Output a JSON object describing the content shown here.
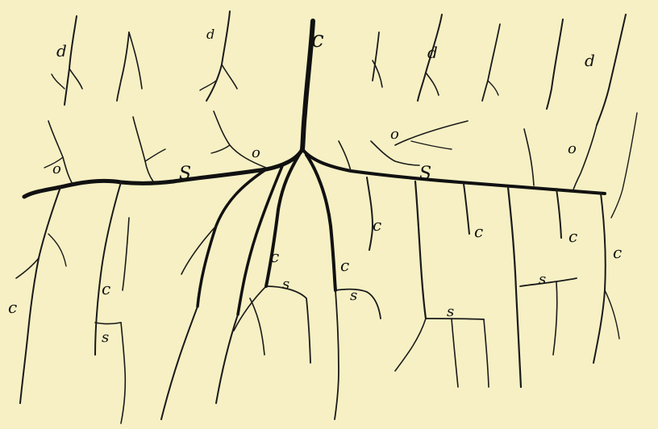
{
  "figure": {
    "background": "#f6f0c4",
    "ink": "#111111",
    "labels": {
      "c_top": "c",
      "d_1": "d",
      "d_2": "d",
      "d_3": "d",
      "d_4": "d",
      "o_1": "o",
      "o_2": "o",
      "o_3": "o",
      "o_4": "o",
      "S_left": "S",
      "S_right": "S",
      "c_1": "c",
      "c_2": "c",
      "c_3": "c",
      "c_4": "c",
      "c_5": "c",
      "c_6": "c",
      "c_7": "c",
      "c_8": "c",
      "s_1": "s",
      "s_2": "s",
      "s_3": "s",
      "s_4": "s",
      "s_5": "s"
    }
  }
}
